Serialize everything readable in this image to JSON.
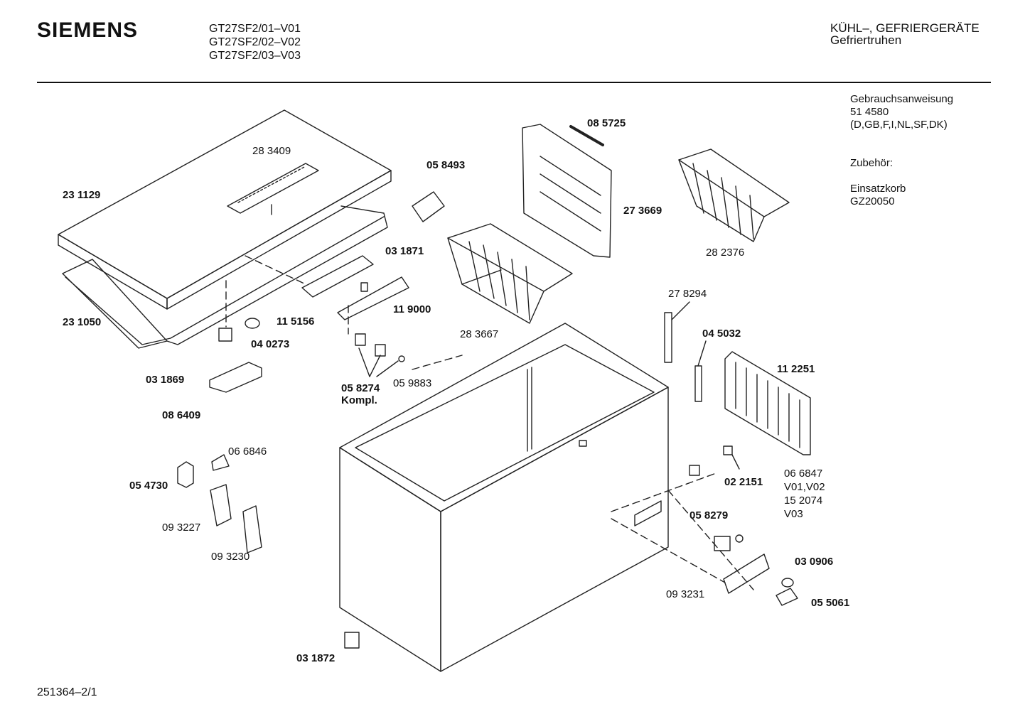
{
  "header": {
    "brand": "SIEMENS",
    "models": [
      "GT27SF2/01–V01",
      "GT27SF2/02–V02",
      "GT27SF2/03–V03"
    ],
    "category": "KÜHL–, GEFRIERGERÄTE",
    "subcategory": "Gefriertruhen"
  },
  "side_notes": {
    "manual_label": "Gebrauchsanweisung",
    "manual_number": "51 4580",
    "manual_languages": "(D,GB,F,I,NL,SF,DK)",
    "accessories_label": "Zubehör:",
    "accessory_name": "Einsatzkorb",
    "accessory_code": "GZ20050"
  },
  "parts": {
    "p283409": "28 3409",
    "p231129": "23 1129",
    "p231050": "23 1050",
    "p058493": "05 8493",
    "p085725": "08 5725",
    "p273669": "27 3669",
    "p282376": "28 2376",
    "p031871": "03 1871",
    "p119000": "11 9000",
    "p115156": "11 5156",
    "p283667": "28 3667",
    "p040273": "04 0273",
    "p031869": "03 1869",
    "p058274": "05 8274",
    "p058274b": "Kompl.",
    "p059883": "05 9883",
    "p086409": "08 6409",
    "p278294": "27 8294",
    "p045032": "04 5032",
    "p112251": "11 2251",
    "p066846": "06 6846",
    "p054730": "05 4730",
    "p093227": "09 3227",
    "p093230": "09 3230",
    "p066847": "06 6847",
    "p066847v": "V01,V02",
    "p152074": "15 2074",
    "p152074v": "V03",
    "p022151": "02 2151",
    "p058279": "05 8279",
    "p030906": "03 0906",
    "p093231": "09 3231",
    "p055061": "05 5061",
    "p031872": "03 1872"
  },
  "footer": {
    "doc_number": "251364–2/1"
  }
}
